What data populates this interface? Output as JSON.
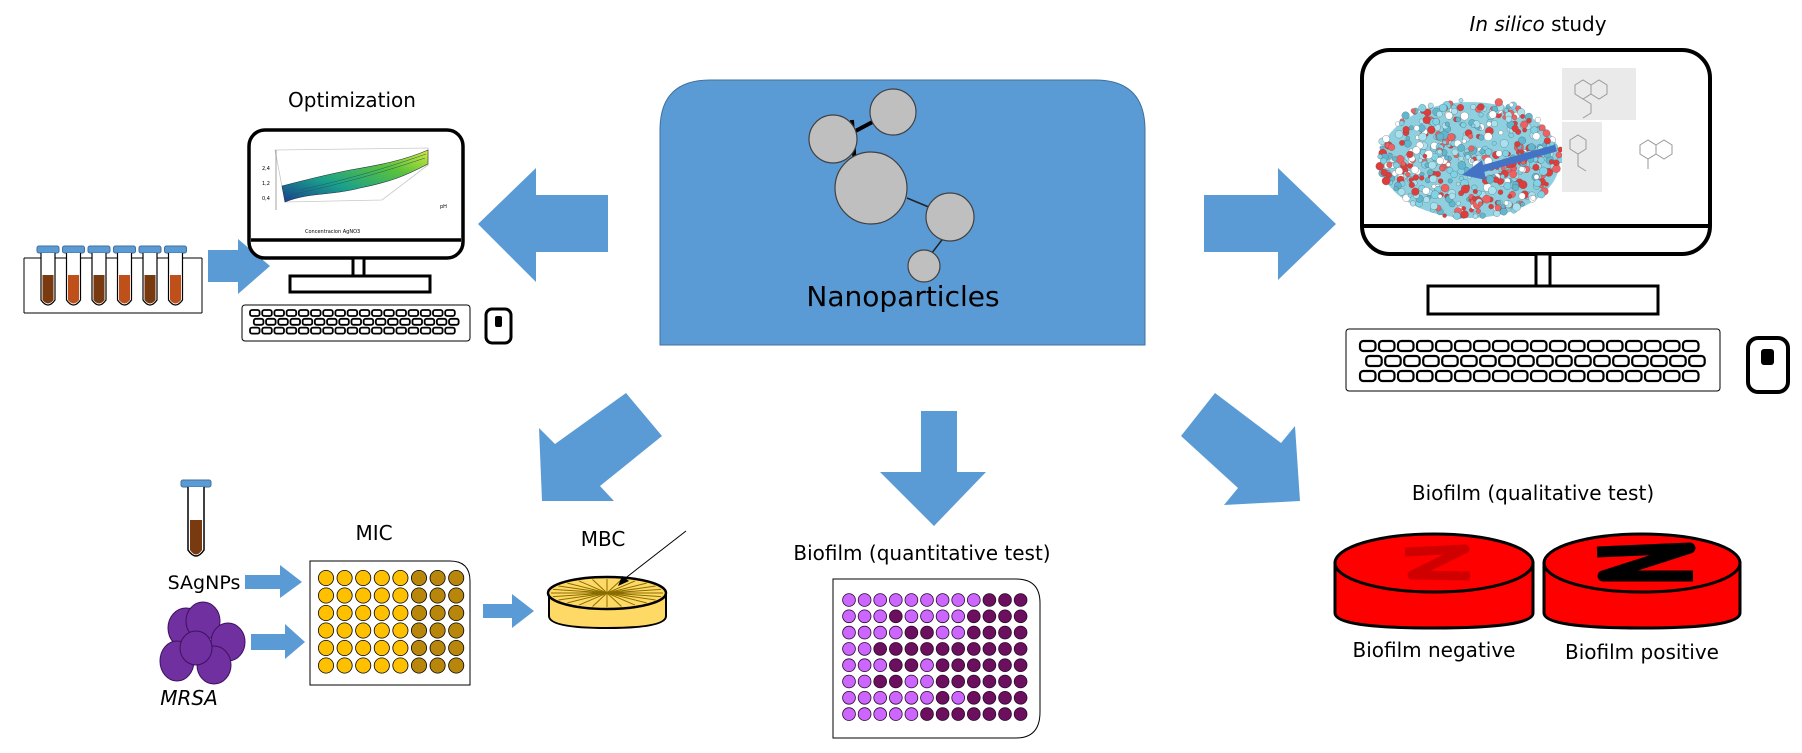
{
  "center": {
    "label": "Nanoparticles"
  },
  "optimization": {
    "title": "Optimization",
    "axis_x": "Concentracion AgNO3",
    "axis_y": "pH"
  },
  "in_silico": {
    "title_italic": "In silico",
    "title_rest": " study"
  },
  "antibacterial": {
    "sample_label": "SAgNPs",
    "organism_label": "MRSA",
    "mic_label": "MIC",
    "mbc_label": "MBC"
  },
  "biofilm_quant": {
    "title": "Biofilm (quantitative test)"
  },
  "biofilm_qual": {
    "title": "Biofilm (qualitative test)",
    "negative_label": "Biofilm negative",
    "positive_label": "Biofilm positive"
  },
  "colors": {
    "arrow": "#5b9bd5",
    "center_box": "#5b9bd5",
    "particle": "#bfbfbf",
    "tube_cap": "#5b9bd5",
    "tube_liquid": "#c0501a",
    "tube_liquid_dark": "#7a3a10",
    "mic_well": "#ffc000",
    "mic_well_dark": "#b8860b",
    "biofilm_light": "#cc66ff",
    "biofilm_dark": "#6b0f5e",
    "dish_red": "#ff0000",
    "agar_yellow": "#ffd966"
  },
  "icons": [
    "test-tube-rack-icon",
    "computer-monitor-icon",
    "keyboard-icon",
    "mouse-icon",
    "nanoparticle-cluster-icon",
    "test-tube-icon",
    "bacteria-cluster-icon",
    "microplate-icon",
    "petri-dish-icon",
    "arrow-icon"
  ]
}
